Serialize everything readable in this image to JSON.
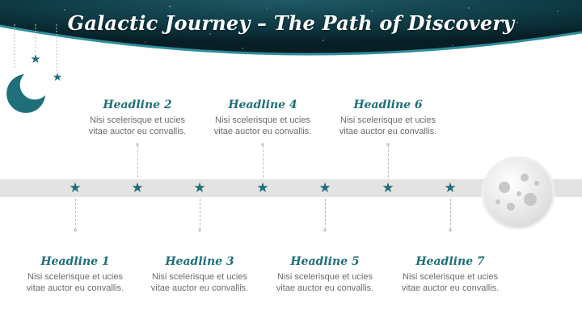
{
  "title": "Galactic Journey – The Path of Discovery",
  "colors": {
    "teal": "#1e6f7a",
    "header_dark": "#0a2a33",
    "band": "#e3e3e3"
  },
  "icons": {
    "milestone": "star-icon",
    "decor_left": "crescent-moon-icon",
    "decor_right": "full-moon-icon"
  },
  "milestones": [
    {
      "headline": "Headline 1",
      "line1": "Nisi scelerisque et ucies",
      "line2": "vitae auctor eu convallis."
    },
    {
      "headline": "Headline 2",
      "line1": "Nisi scelerisque et ucies",
      "line2": "vitae auctor eu convallis."
    },
    {
      "headline": "Headline 3",
      "line1": "Nisi scelerisque et ucies",
      "line2": "vitae auctor eu convallis."
    },
    {
      "headline": "Headline 4",
      "line1": "Nisi scelerisque et ucies",
      "line2": "vitae auctor eu convallis."
    },
    {
      "headline": "Headline 5",
      "line1": "Nisi scelerisque et ucies",
      "line2": "vitae auctor eu convallis."
    },
    {
      "headline": "Headline 6",
      "line1": "Nisi scelerisque et ucies",
      "line2": "vitae auctor eu convallis."
    },
    {
      "headline": "Headline 7",
      "line1": "Nisi scelerisque et ucies",
      "line2": "vitae auctor eu convallis."
    }
  ]
}
